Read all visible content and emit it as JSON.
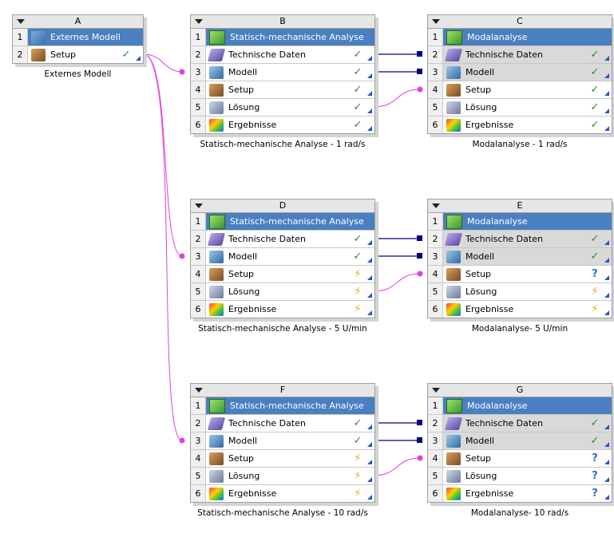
{
  "systems": [
    {
      "id": "A",
      "caption": "Externes Modell",
      "rows": [
        {
          "num": "1",
          "label": "Externes Modell",
          "icon": "external-model-icon",
          "status": "",
          "title": true
        },
        {
          "num": "2",
          "label": "Setup",
          "icon": "setup-icon",
          "status": "ok"
        }
      ]
    },
    {
      "id": "B",
      "caption": "Statisch-mechanische Analyse - 1 rad/s",
      "rows": [
        {
          "num": "1",
          "label": "Statisch-mechanische Analyse",
          "icon": "static-structural-icon",
          "status": "",
          "title": true
        },
        {
          "num": "2",
          "label": "Technische Daten",
          "icon": "engineering-data-icon",
          "status": "ok"
        },
        {
          "num": "3",
          "label": "Modell",
          "icon": "model-icon",
          "status": "ok"
        },
        {
          "num": "4",
          "label": "Setup",
          "icon": "setup-icon",
          "status": "ok"
        },
        {
          "num": "5",
          "label": "Lösung",
          "icon": "solution-icon",
          "status": "ok"
        },
        {
          "num": "6",
          "label": "Ergebnisse",
          "icon": "results-icon",
          "status": "ok"
        }
      ]
    },
    {
      "id": "C",
      "caption": "Modalanalyse - 1 rad/s",
      "rows": [
        {
          "num": "1",
          "label": "Modalanalyse",
          "icon": "modal-icon",
          "status": "",
          "title": true
        },
        {
          "num": "2",
          "label": "Technische Daten",
          "icon": "engineering-data-icon",
          "status": "ok",
          "grey": true
        },
        {
          "num": "3",
          "label": "Modell",
          "icon": "model-icon",
          "status": "ok",
          "grey": true
        },
        {
          "num": "4",
          "label": "Setup",
          "icon": "setup-icon",
          "status": "ok"
        },
        {
          "num": "5",
          "label": "Lösung",
          "icon": "solution-icon",
          "status": "ok"
        },
        {
          "num": "6",
          "label": "Ergebnisse",
          "icon": "results-icon",
          "status": "ok"
        }
      ]
    },
    {
      "id": "D",
      "caption": "Statisch-mechanische Analyse - 5 U/min",
      "rows": [
        {
          "num": "1",
          "label": "Statisch-mechanische Analyse",
          "icon": "static-structural-icon",
          "status": "",
          "title": true
        },
        {
          "num": "2",
          "label": "Technische Daten",
          "icon": "engineering-data-icon",
          "status": "ok"
        },
        {
          "num": "3",
          "label": "Modell",
          "icon": "model-icon",
          "status": "ok"
        },
        {
          "num": "4",
          "label": "Setup",
          "icon": "setup-icon",
          "status": "update"
        },
        {
          "num": "5",
          "label": "Lösung",
          "icon": "solution-icon",
          "status": "update"
        },
        {
          "num": "6",
          "label": "Ergebnisse",
          "icon": "results-icon",
          "status": "update"
        }
      ]
    },
    {
      "id": "E",
      "caption": "Modalanalyse- 5 U/min",
      "rows": [
        {
          "num": "1",
          "label": "Modalanalyse",
          "icon": "modal-icon",
          "status": "",
          "title": true
        },
        {
          "num": "2",
          "label": "Technische Daten",
          "icon": "engineering-data-icon",
          "status": "ok",
          "grey": true
        },
        {
          "num": "3",
          "label": "Modell",
          "icon": "model-icon",
          "status": "ok",
          "grey": true
        },
        {
          "num": "4",
          "label": "Setup",
          "icon": "setup-icon",
          "status": "attention"
        },
        {
          "num": "5",
          "label": "Lösung",
          "icon": "solution-icon",
          "status": "update"
        },
        {
          "num": "6",
          "label": "Ergebnisse",
          "icon": "results-icon",
          "status": "update"
        }
      ]
    },
    {
      "id": "F",
      "caption": "Statisch-mechanische Analyse - 10 rad/s",
      "rows": [
        {
          "num": "1",
          "label": "Statisch-mechanische Analyse",
          "icon": "static-structural-icon",
          "status": "",
          "title": true
        },
        {
          "num": "2",
          "label": "Technische Daten",
          "icon": "engineering-data-icon",
          "status": "ok"
        },
        {
          "num": "3",
          "label": "Modell",
          "icon": "model-icon",
          "status": "ok"
        },
        {
          "num": "4",
          "label": "Setup",
          "icon": "setup-icon",
          "status": "update"
        },
        {
          "num": "5",
          "label": "Lösung",
          "icon": "solution-icon",
          "status": "update"
        },
        {
          "num": "6",
          "label": "Ergebnisse",
          "icon": "results-icon",
          "status": "update"
        }
      ]
    },
    {
      "id": "G",
      "caption": "Modalanalyse- 10 rad/s",
      "rows": [
        {
          "num": "1",
          "label": "Modalanalyse",
          "icon": "modal-icon",
          "status": "",
          "title": true
        },
        {
          "num": "2",
          "label": "Technische Daten",
          "icon": "engineering-data-icon",
          "status": "ok",
          "grey": true
        },
        {
          "num": "3",
          "label": "Modell",
          "icon": "model-icon",
          "status": "ok",
          "grey": true
        },
        {
          "num": "4",
          "label": "Setup",
          "icon": "setup-icon",
          "status": "attention"
        },
        {
          "num": "5",
          "label": "Lösung",
          "icon": "solution-icon",
          "status": "attention"
        },
        {
          "num": "6",
          "label": "Ergebnisse",
          "icon": "results-icon",
          "status": "attention"
        }
      ]
    }
  ],
  "status_glyphs": {
    "ok": "✓",
    "update": "⚡",
    "attention": "?"
  },
  "colors": {
    "title_bar": "#4a7fc1",
    "share_link": "#000080",
    "transfer_link": "#e040e0"
  }
}
